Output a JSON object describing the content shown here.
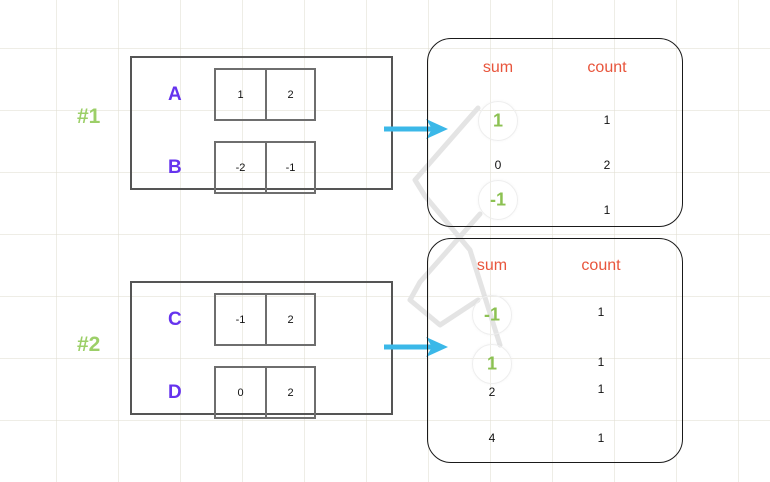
{
  "colors": {
    "group_label": "#9ccf68",
    "matrix_label": "#6633ee",
    "table_header": "#e8553c",
    "highlight_value": "#8cc152",
    "arrow": "#3bb8e8",
    "panel_border": "#555555",
    "cell_border": "#6e6e6e",
    "table_border": "#1a1a1a",
    "connector": "#e2e2e2",
    "grid": "#e1ded2"
  },
  "groups": [
    {
      "label": "#1"
    },
    {
      "label": "#2"
    }
  ],
  "matrices": [
    {
      "name": "matrix-panel-1",
      "rows": [
        {
          "label": "A",
          "cells": [
            "1",
            "2"
          ]
        },
        {
          "label": "B",
          "cells": [
            "-2",
            "-1"
          ]
        }
      ]
    },
    {
      "name": "matrix-panel-2",
      "rows": [
        {
          "label": "C",
          "cells": [
            "-1",
            "2"
          ]
        },
        {
          "label": "D",
          "cells": [
            "0",
            "2"
          ]
        }
      ]
    }
  ],
  "tables": [
    {
      "name": "result-table-1",
      "headers": [
        "sum",
        "count"
      ],
      "rows": [
        {
          "sum": "1",
          "count": "1",
          "highlight": true
        },
        {
          "sum": "0",
          "count": "2",
          "highlight": false
        },
        {
          "sum": "-1",
          "count": "1",
          "highlight": true
        }
      ]
    },
    {
      "name": "result-table-2",
      "headers": [
        "sum",
        "count"
      ],
      "rows": [
        {
          "sum": "-1",
          "count": "1",
          "highlight": true
        },
        {
          "sum": "1",
          "count": "1",
          "highlight": true
        },
        {
          "sum": "2",
          "count": "1",
          "highlight": false
        },
        {
          "sum": "4",
          "count": "1",
          "highlight": false
        }
      ]
    }
  ],
  "arrows": [
    {
      "name": "arrow-panel1-to-table1"
    },
    {
      "name": "arrow-panel2-to-table2"
    }
  ],
  "connectors": [
    {
      "name": "connector-one-to-one"
    },
    {
      "name": "connector-minusone-to-minusone"
    }
  ]
}
